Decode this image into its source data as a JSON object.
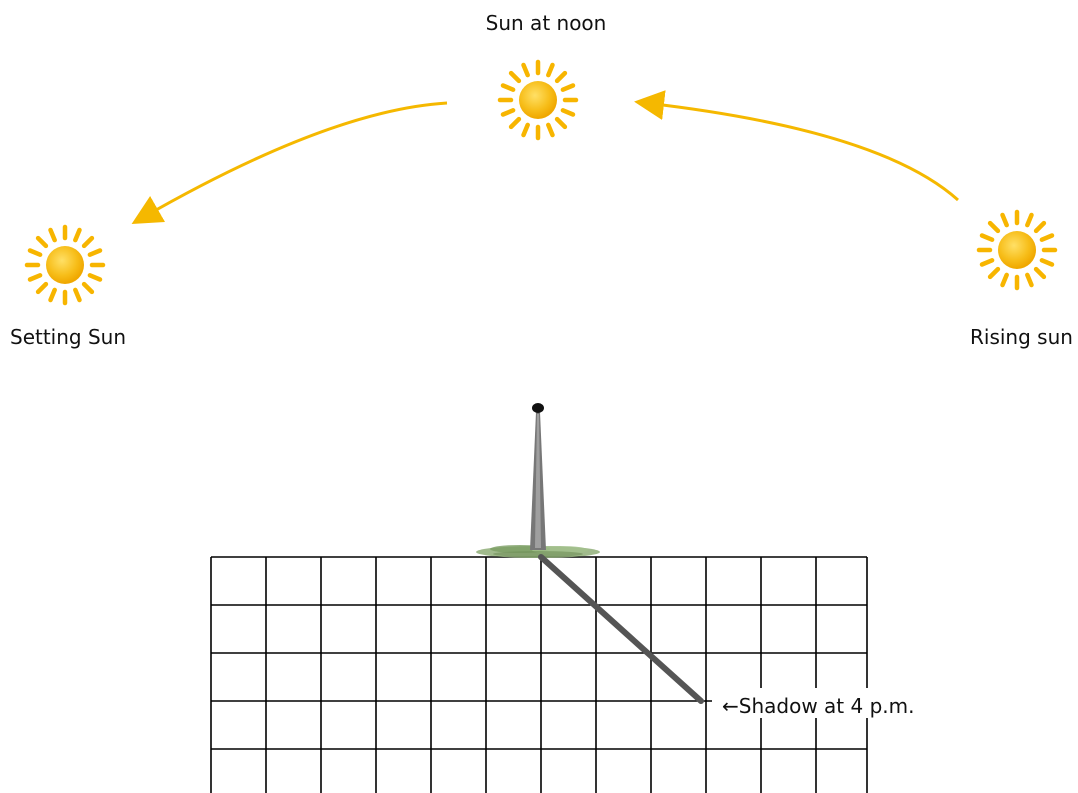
{
  "labels": {
    "noon": "Sun at noon",
    "setting": "Setting Sun",
    "rising": "Rising sun",
    "shadow": "←Shadow at 4 p.m."
  },
  "colors": {
    "sun_body": "#f5b800",
    "sun_highlight": "#ffe066",
    "sun_rays": "#f7b500",
    "arc": "#f5b800",
    "grid": "#000000",
    "pole": "#666666",
    "pole_tip": "#111111",
    "grass": "#8fae78",
    "shadow": "#555555"
  },
  "icons": {
    "sun": "sun-icon",
    "arrow": "arrowhead",
    "pole": "gnomon-pole"
  }
}
